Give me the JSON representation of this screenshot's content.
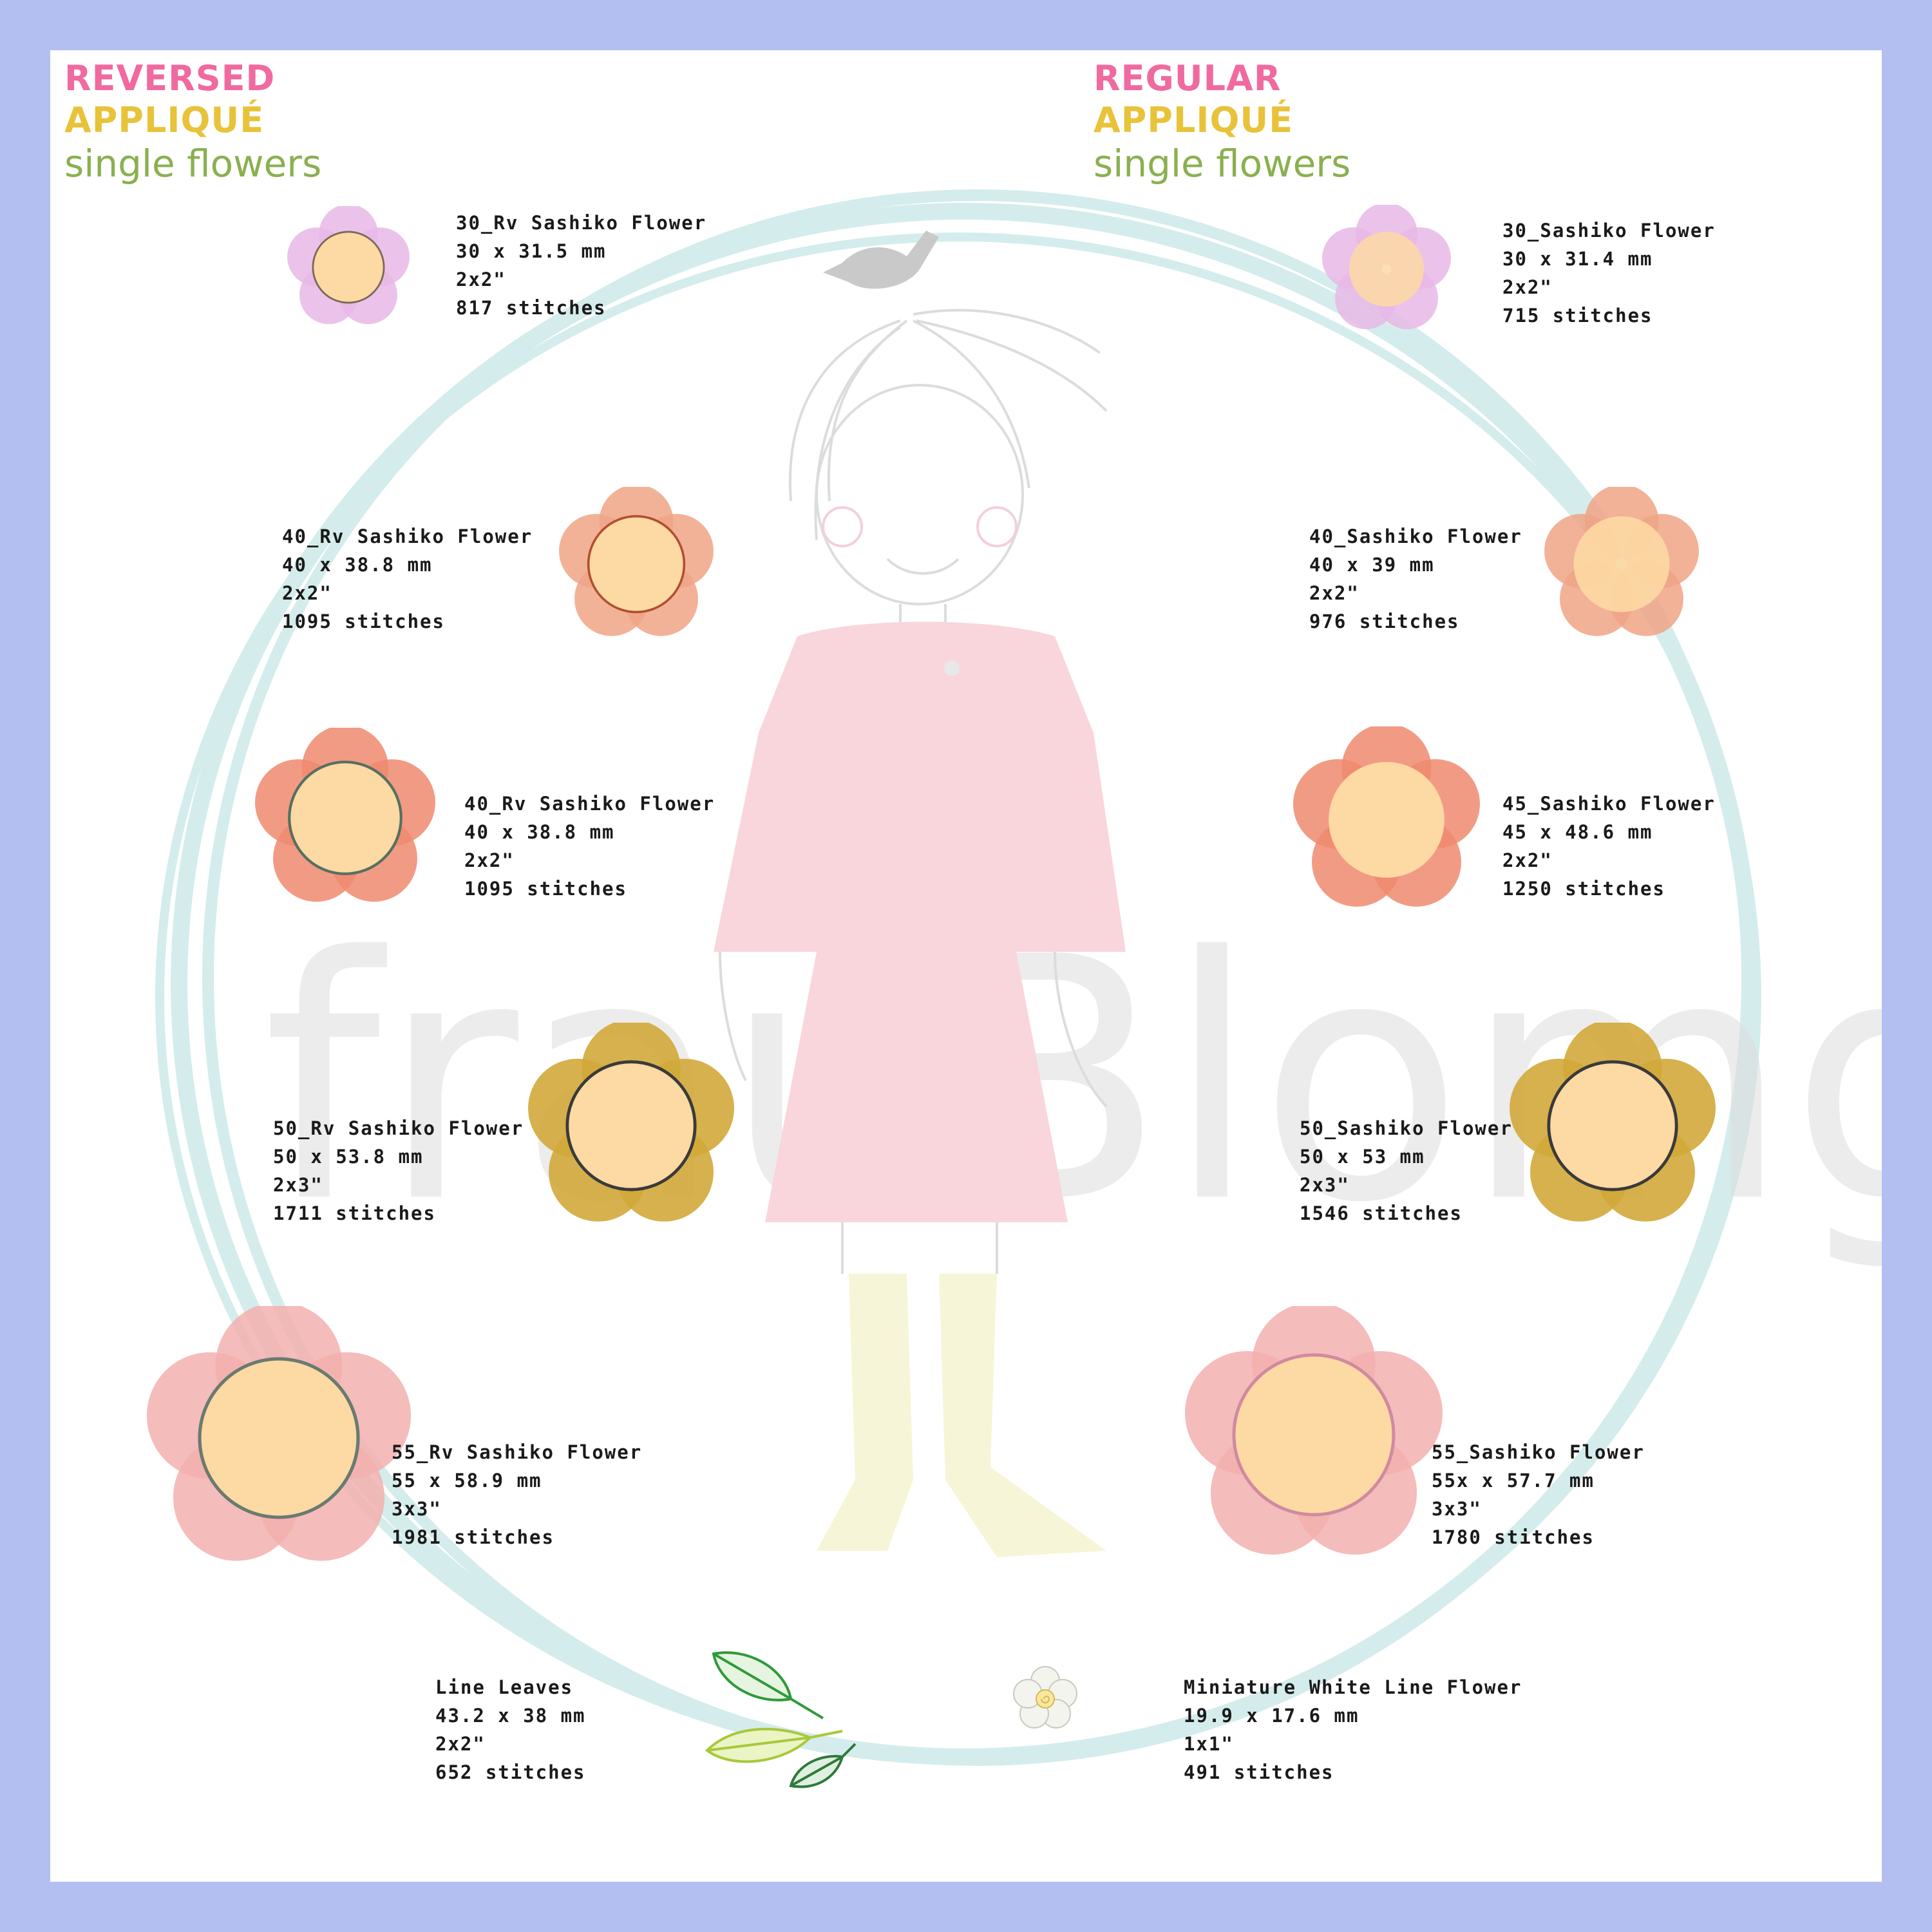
{
  "headings": {
    "left": {
      "line1": "REVERSED",
      "line2": "APPLIQUÉ",
      "line3": "single flowers"
    },
    "right": {
      "line1": "REGULAR",
      "line2": "APPLIQUÉ",
      "line3": "single flowers"
    }
  },
  "colors": {
    "frame": "#b3bff0",
    "heading_line1": "#f06aa0",
    "heading_line2": "#e8c33a",
    "heading_line3": "#8ab04f",
    "flower_center": "#fdd9a3",
    "ring": "#d4ecec",
    "dress": "#f9d6dc",
    "socks": "#f7f5d7",
    "watermark": "#dcdcdc"
  },
  "watermark": "frauBlomgren",
  "designs": [
    {
      "name": "30_Rv Sashiko Flower",
      "size": "30 x 31.5 mm",
      "hoop": "2x2\"",
      "stitches": "817 stitches",
      "icon": "small-lilac-flower"
    },
    {
      "name": "40_Rv Sashiko Flower",
      "size": "40 x 38.8 mm",
      "hoop": "2x2\"",
      "stitches": "1095 stitches",
      "icon": "peach-flower"
    },
    {
      "name": "40_Rv Sashiko Flower",
      "size": "40 x 38.8 mm",
      "hoop": "2x2\"",
      "stitches": "1095 stitches",
      "icon": "coral-flower"
    },
    {
      "name": "50_Rv Sashiko Flower",
      "size": "50 x 53.8 mm",
      "hoop": "2x3\"",
      "stitches": "1711 stitches",
      "icon": "mustard-flower"
    },
    {
      "name": "55_Rv Sashiko Flower",
      "size": "55 x 58.9 mm",
      "hoop": "3x3\"",
      "stitches": "1981 stitches",
      "icon": "pink-flower"
    },
    {
      "name": "30_Sashiko Flower",
      "size": "30 x 31.4 mm",
      "hoop": "2x2\"",
      "stitches": "715 stitches",
      "icon": "small-lilac-flower"
    },
    {
      "name": "40_Sashiko Flower",
      "size": "40 x 39 mm",
      "hoop": "2x2\"",
      "stitches": "976 stitches",
      "icon": "peach-flower"
    },
    {
      "name": "45_Sashiko Flower",
      "size": "45 x 48.6 mm",
      "hoop": "2x2\"",
      "stitches": "1250 stitches",
      "icon": "coral-flower"
    },
    {
      "name": "50_Sashiko Flower",
      "size": "50 x 53 mm",
      "hoop": "2x3\"",
      "stitches": "1546 stitches",
      "icon": "mustard-flower"
    },
    {
      "name": "55_Sashiko Flower",
      "size": "55x x 57.7 mm",
      "hoop": "3x3\"",
      "stitches": "1780 stitches",
      "icon": "pink-flower"
    },
    {
      "name": "Line Leaves",
      "size": "43.2 x 38 mm",
      "hoop": "2x2\"",
      "stitches": "652 stitches",
      "icon": "leaves"
    },
    {
      "name": "Miniature White Line Flower",
      "size": "19.9 x 17.6 mm",
      "hoop": "1x1\"",
      "stitches": "491 stitches",
      "icon": "mini-white-flower"
    }
  ],
  "flower_colors": {
    "small-lilac-flower": "#e8b8e6",
    "peach-flower": "#f0a486",
    "coral-flower": "#f08a6e",
    "mustard-flower": "#d2a93a",
    "pink-flower": "#f2b0ae"
  }
}
